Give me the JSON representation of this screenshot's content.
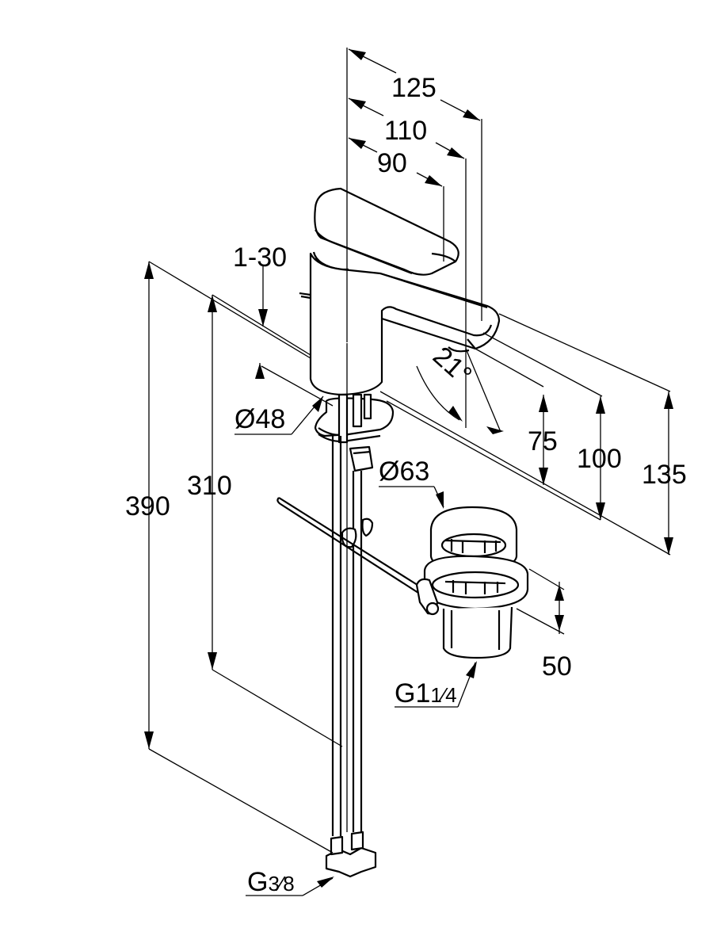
{
  "dimensions": {
    "spout_reach_total": "125",
    "spout_reach_mid": "110",
    "spout_reach_short": "90",
    "lever_range": "1-30",
    "body_diameter": "Ø48",
    "spout_angle": "21°",
    "height_75": "75",
    "height_100": "100",
    "height_135": "135",
    "waste_diameter": "Ø63",
    "waste_height": "50",
    "waste_thread_main": "G1",
    "waste_thread_frac": "1⁄4",
    "total_height": "390",
    "hose_height": "310",
    "supply_thread_main": "G",
    "supply_thread_frac": "3⁄8"
  }
}
